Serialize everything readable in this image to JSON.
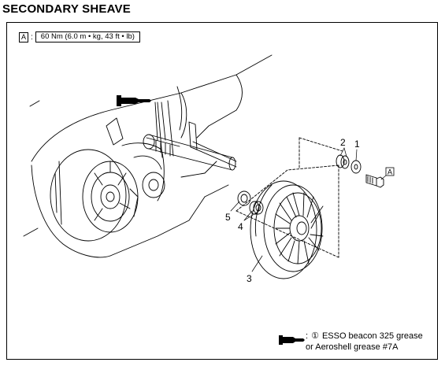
{
  "title": "SECONDARY SHEAVE",
  "torque": {
    "ref_letter": "A",
    "separator": ":",
    "spec": "60 Nm (6.0 m • kg, 43 ft • lb)"
  },
  "callouts": {
    "c1": "1",
    "c2": "2",
    "c3": "3",
    "c4": "4",
    "c5": "5",
    "ref_box": "A"
  },
  "legend": {
    "separator": ":",
    "marker": "①",
    "line1": "ESSO beacon 325 grease",
    "line2": "or Aeroshell grease #7A"
  },
  "icons": [
    "grease-gun-icon"
  ]
}
